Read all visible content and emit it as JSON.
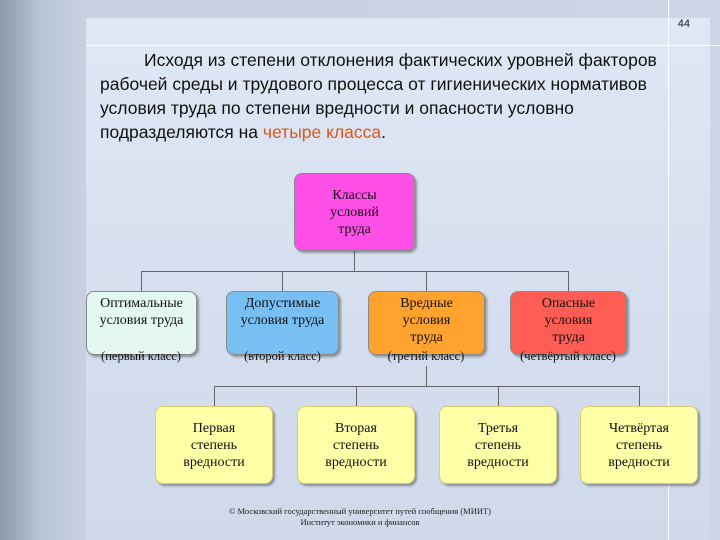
{
  "page_number": "44",
  "intro": {
    "text_main": "Исходя из степени отклонения фактических уровней факторов рабочей среды и трудового процесса от гигиенических нормативов условия труда по степени вредности и опасности условно подразделяются на ",
    "text_highlight": "четыре класса",
    "text_end": "."
  },
  "diagram": {
    "root": "Классы условий труда",
    "classes": [
      {
        "name": "Оптимальные условия труда",
        "sub": "(первый класс)"
      },
      {
        "name": "Допустимые условия труда",
        "sub": "(второй класс)"
      },
      {
        "name": "Вредные условия труда",
        "sub": "(третий класс)"
      },
      {
        "name": "Опасные условия труда",
        "sub": "(четвёртый класс)"
      }
    ],
    "degrees": [
      "Первая степень вредности",
      "Вторая степень вредности",
      "Третья степень вредности",
      "Четвёртая степень вредности"
    ]
  },
  "footer": {
    "line1": "© Московский государственный университет путей сообщения (МИИТ)",
    "line2": "Институт экономики и финансов"
  },
  "colors": {
    "root": "#ff4fe6",
    "class1": "#e4f7f1",
    "class2": "#78bff3",
    "class3": "#ffa32e",
    "class4": "#ff5d54",
    "degree": "#ffffa8",
    "highlight": "#e0561a"
  }
}
